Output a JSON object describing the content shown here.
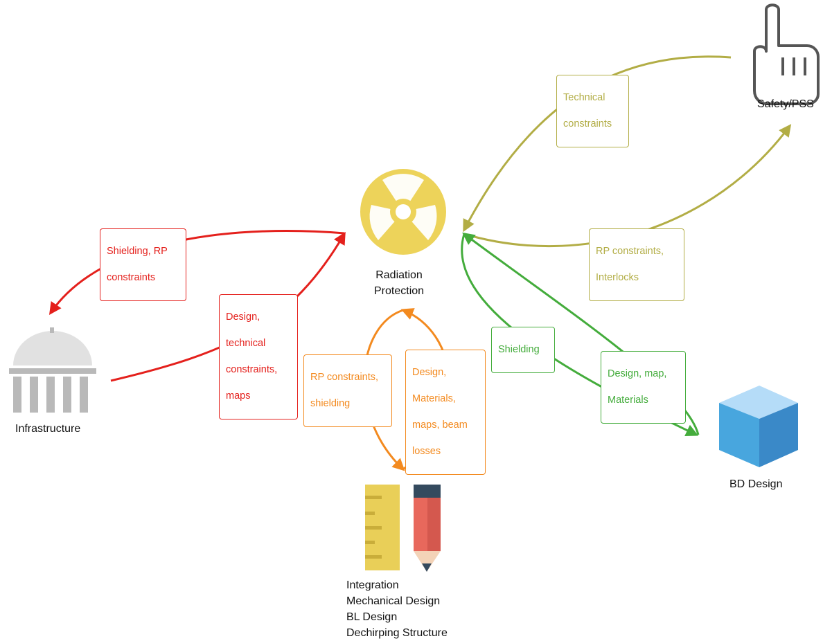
{
  "colors": {
    "red": "#e4201c",
    "orange": "#f38a1f",
    "olive": "#b2ad45",
    "green": "#44ac3c",
    "radiation": "#edd35a",
    "building": "#b9b9b9",
    "cube": "#4aa3df",
    "ruler": "#e9cf58",
    "pencil": "#e8685c"
  },
  "nodes": {
    "radiation_protection": {
      "icon": "radiation-icon",
      "lines": [
        "Radiation",
        "Protection"
      ]
    },
    "safety_pss": {
      "icon": "hand-pointer-icon",
      "lines": [
        "Safety/PSS"
      ]
    },
    "infrastructure": {
      "icon": "building-dome-icon",
      "lines": [
        "Infrastructure"
      ]
    },
    "bd_design": {
      "icon": "cube-icon",
      "lines": [
        "BD Design"
      ]
    },
    "integration": {
      "icon": "ruler-pencil-icon",
      "lines": [
        "Integration",
        "Mechanical Design",
        "BL Design",
        "Dechirping Structure"
      ]
    }
  },
  "edges": {
    "rp_to_infra": {
      "lines": [
        "Shielding, RP",
        "constraints"
      ]
    },
    "infra_to_rp": {
      "lines": [
        "Design,",
        "technical",
        "constraints,",
        "maps"
      ]
    },
    "rp_to_integration": {
      "lines": [
        "RP constraints,",
        "shielding"
      ]
    },
    "integration_to_rp": {
      "lines": [
        "Design,",
        "Materials,",
        "maps, beam",
        "losses"
      ]
    },
    "safety_to_rp": {
      "lines": [
        "Technical",
        "constraints"
      ]
    },
    "rp_to_safety": {
      "lines": [
        "RP constraints,",
        "Interlocks"
      ]
    },
    "rp_to_bd": {
      "lines": [
        "Shielding"
      ]
    },
    "bd_to_rp": {
      "lines": [
        "Design, map,",
        "Materials"
      ]
    }
  }
}
